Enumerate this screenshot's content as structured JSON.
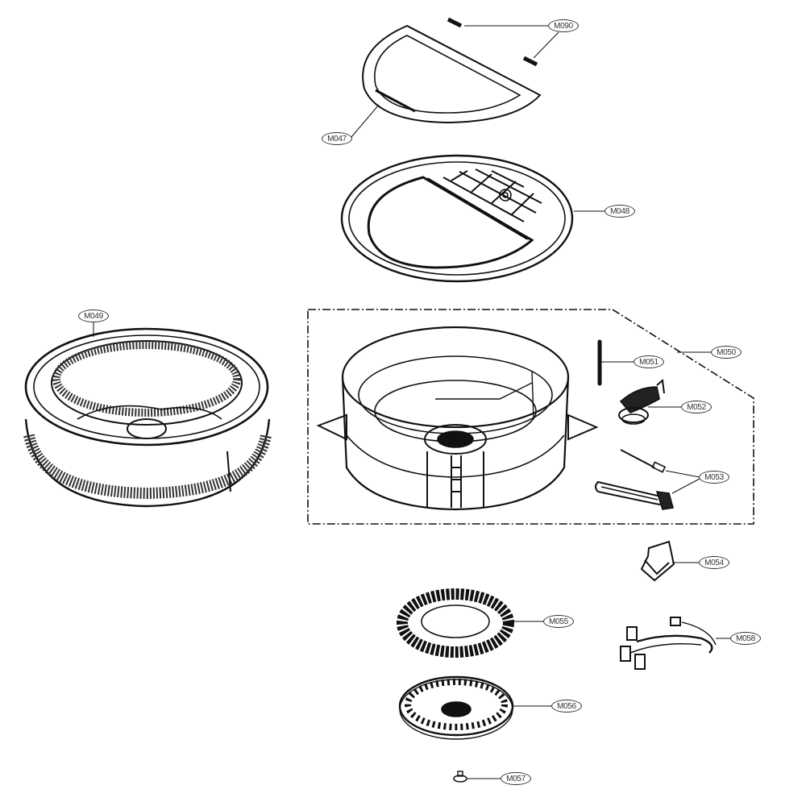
{
  "diagram": {
    "title": "",
    "type": "exploded parts diagram (washer tub assembly)",
    "line_color": "#111111",
    "background": "#ffffff",
    "assembly_group": {
      "label": "M050",
      "members": [
        "M051",
        "M052",
        "M053"
      ]
    },
    "parts": [
      {
        "id": "M090",
        "label": "M090",
        "description": "pins / dowels (2)"
      },
      {
        "id": "M047",
        "label": "M047",
        "description": "D-shaped tub cover gasket frame"
      },
      {
        "id": "M048",
        "label": "M048",
        "description": "tub cover with lint grille"
      },
      {
        "id": "M049",
        "label": "M049",
        "description": "perforated drum / basket"
      },
      {
        "id": "M050",
        "label": "M050",
        "description": "outer tub assembly (dashed group)"
      },
      {
        "id": "M051",
        "label": "M051",
        "description": "rod / sealing strip"
      },
      {
        "id": "M052",
        "label": "M052",
        "description": "bellows hose with clamp"
      },
      {
        "id": "M053",
        "label": "M053",
        "description": "heater element and sensor"
      },
      {
        "id": "M054",
        "label": "M054",
        "description": "bracket / switch"
      },
      {
        "id": "M055",
        "label": "M055",
        "description": "motor stator"
      },
      {
        "id": "M056",
        "label": "M056",
        "description": "motor rotor"
      },
      {
        "id": "M057",
        "label": "M057",
        "description": "bolt / nut"
      },
      {
        "id": "M058",
        "label": "M058",
        "description": "wire harness"
      }
    ]
  },
  "labels": {
    "M090": "M090",
    "M047": "M047",
    "M048": "M048",
    "M049": "M049",
    "M050": "M050",
    "M051": "M051",
    "M052": "M052",
    "M053": "M053",
    "M054": "M054",
    "M055": "M055",
    "M056": "M056",
    "M057": "M057",
    "M058": "M058"
  }
}
